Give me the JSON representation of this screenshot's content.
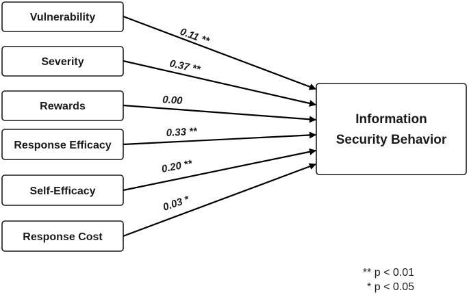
{
  "predictors": [
    {
      "label": "Vulnerability",
      "coefficient": "0.11 **"
    },
    {
      "label": "Severity",
      "coefficient": "0.37 **"
    },
    {
      "label": "Rewards",
      "coefficient": "0.00"
    },
    {
      "label": "Response Efficacy",
      "coefficient": "0.33 **"
    },
    {
      "label": "Self-Efficacy",
      "coefficient": "0.20 **"
    },
    {
      "label": "Response Cost",
      "coefficient": "0.03 *"
    }
  ],
  "outcome": {
    "line1": "Information",
    "line2": "Security Behavior"
  },
  "legend": {
    "line1": "** p < 0.01",
    "line2": "* p < 0.05"
  }
}
